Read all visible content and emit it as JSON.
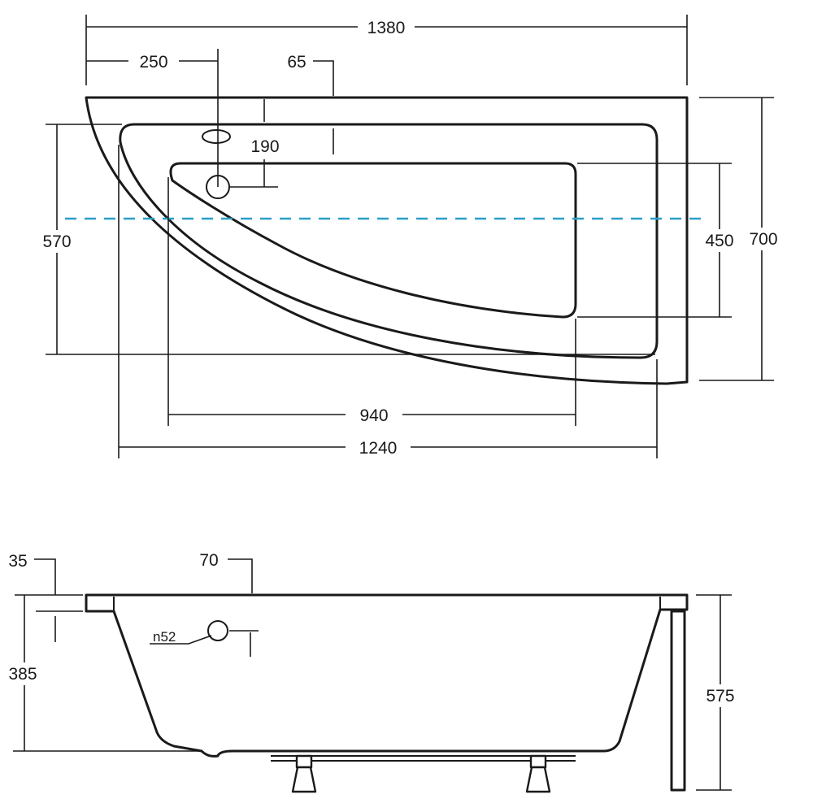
{
  "top_view": {
    "width_overall": "1380",
    "offset_left": "250",
    "rim_thickness": "65",
    "overflow_offset": "190",
    "depth_left": "570",
    "depth_inner": "450",
    "depth_overall": "700",
    "inner_length": "940",
    "basin_length": "1240"
  },
  "side_view": {
    "rim_step": "35",
    "rim_top": "70",
    "overflow_diameter": "n52",
    "inner_height": "385",
    "overall_height": "575"
  },
  "colors": {
    "line": "#1a1a1a",
    "axis": "#2a9fc7"
  }
}
